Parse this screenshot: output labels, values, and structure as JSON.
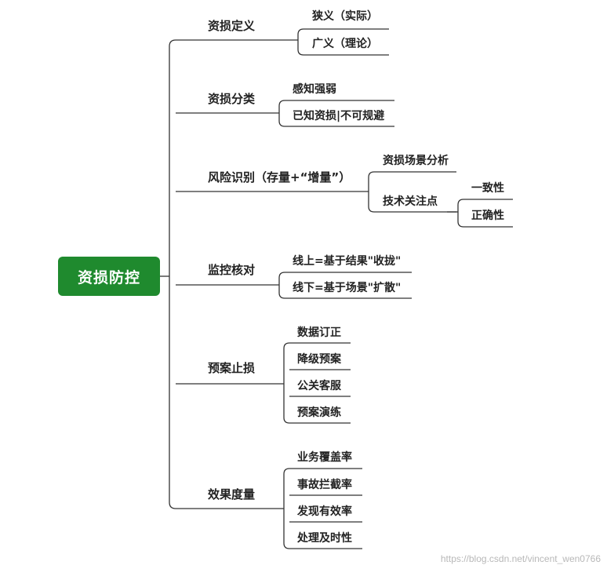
{
  "root": "资损防控",
  "branches": [
    {
      "label": "资损定义",
      "children": [
        {
          "label": "狭义（实际）"
        },
        {
          "label": "广义（理论）"
        }
      ]
    },
    {
      "label": "资损分类",
      "children": [
        {
          "label": "感知强弱"
        },
        {
          "label": "已知资损|不可规避"
        }
      ]
    },
    {
      "label": "风险识别（存量+“增量”）",
      "children": [
        {
          "label": "资损场景分析"
        },
        {
          "label": "技术关注点",
          "children": [
            {
              "label": "一致性"
            },
            {
              "label": "正确性"
            }
          ]
        }
      ]
    },
    {
      "label": "监控核对",
      "children": [
        {
          "label": "线上=基于结果\"收拢\""
        },
        {
          "label": "线下=基于场景\"扩散\""
        }
      ]
    },
    {
      "label": "预案止损",
      "children": [
        {
          "label": "数据订正"
        },
        {
          "label": "降级预案"
        },
        {
          "label": "公关客服"
        },
        {
          "label": "预案演练"
        }
      ]
    },
    {
      "label": "效果度量",
      "children": [
        {
          "label": "业务覆盖率"
        },
        {
          "label": "事故拦截率"
        },
        {
          "label": "发现有效率"
        },
        {
          "label": "处理及时性"
        }
      ]
    }
  ],
  "watermark": "https://blog.csdn.net/vincent_wen0766"
}
